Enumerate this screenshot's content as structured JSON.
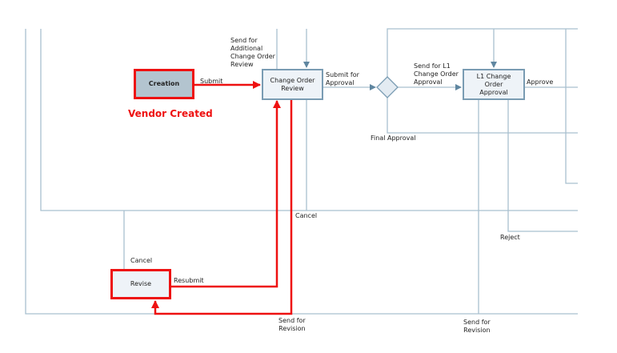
{
  "diagram": {
    "colors": {
      "line": "#a9c0cf",
      "highlight": "#ee1111",
      "node_fill": "#eef3f8",
      "start_fill": "#b3c4cf",
      "node_border": "#7a9cb3"
    },
    "nodes": {
      "creation": "Creation",
      "change_order_review": "Change Order\nReview",
      "l1_approval": "L1 Change\nOrder\nApproval",
      "revise": "Revise"
    },
    "annotation": "Vendor Created",
    "labels": {
      "submit": "Submit",
      "send_additional": "Send for\nAdditional\nChange Order\nReview",
      "submit_for_approval": "Submit for\nApproval",
      "send_l1": "Send for L1\nChange Order\nApproval",
      "approve": "Approve",
      "final_approval": "Final Approval",
      "cancel_top": "Cancel",
      "cancel_revise": "Cancel",
      "resubmit": "Resubmit",
      "reject": "Reject",
      "send_revision_1": "Send for\nRevision",
      "send_revision_2": "Send for\nRevision"
    }
  }
}
